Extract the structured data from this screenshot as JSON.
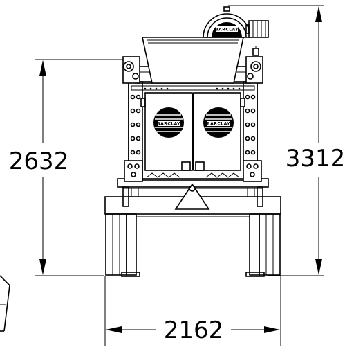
{
  "dimensions": {
    "overall_height": "3312",
    "frame_height": "2632",
    "base_width": "2162"
  },
  "logos": {
    "pulley_brand": "BARCLAY",
    "vent_left_brand": "BARCLAY",
    "vent_right_brand": "BARCLAY"
  },
  "colors": {
    "line": "#000000",
    "background": "#ffffff"
  }
}
